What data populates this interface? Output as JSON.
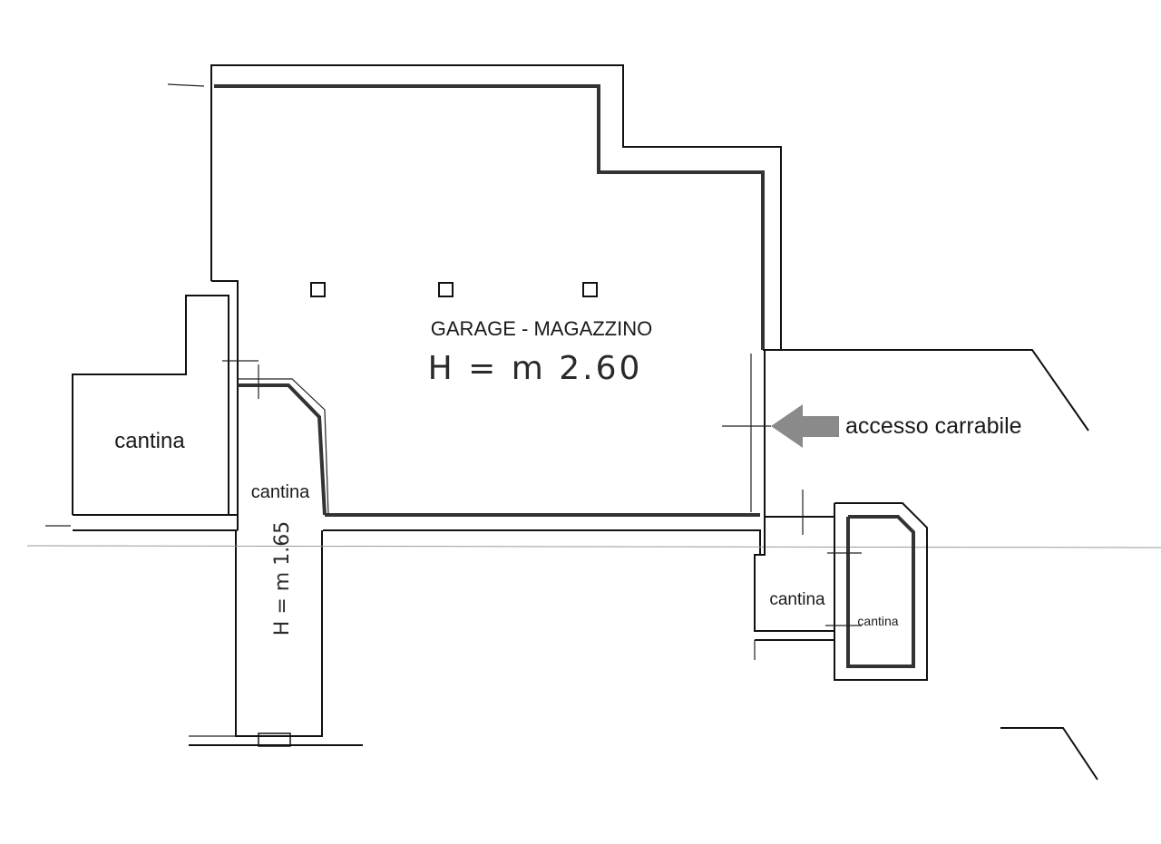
{
  "rooms": {
    "main_title": "GARAGE - MAGAZZINO",
    "main_height": "H = m 2.60",
    "cantina_left": "cantina",
    "cantina_center": "cantina",
    "corridor_height": "H = m 1.65",
    "cantina_bottom_right": "cantina",
    "cantina_small_right": "cantina"
  },
  "access": {
    "label": "accesso carrabile",
    "arrow_color": "#8a8a8a"
  }
}
